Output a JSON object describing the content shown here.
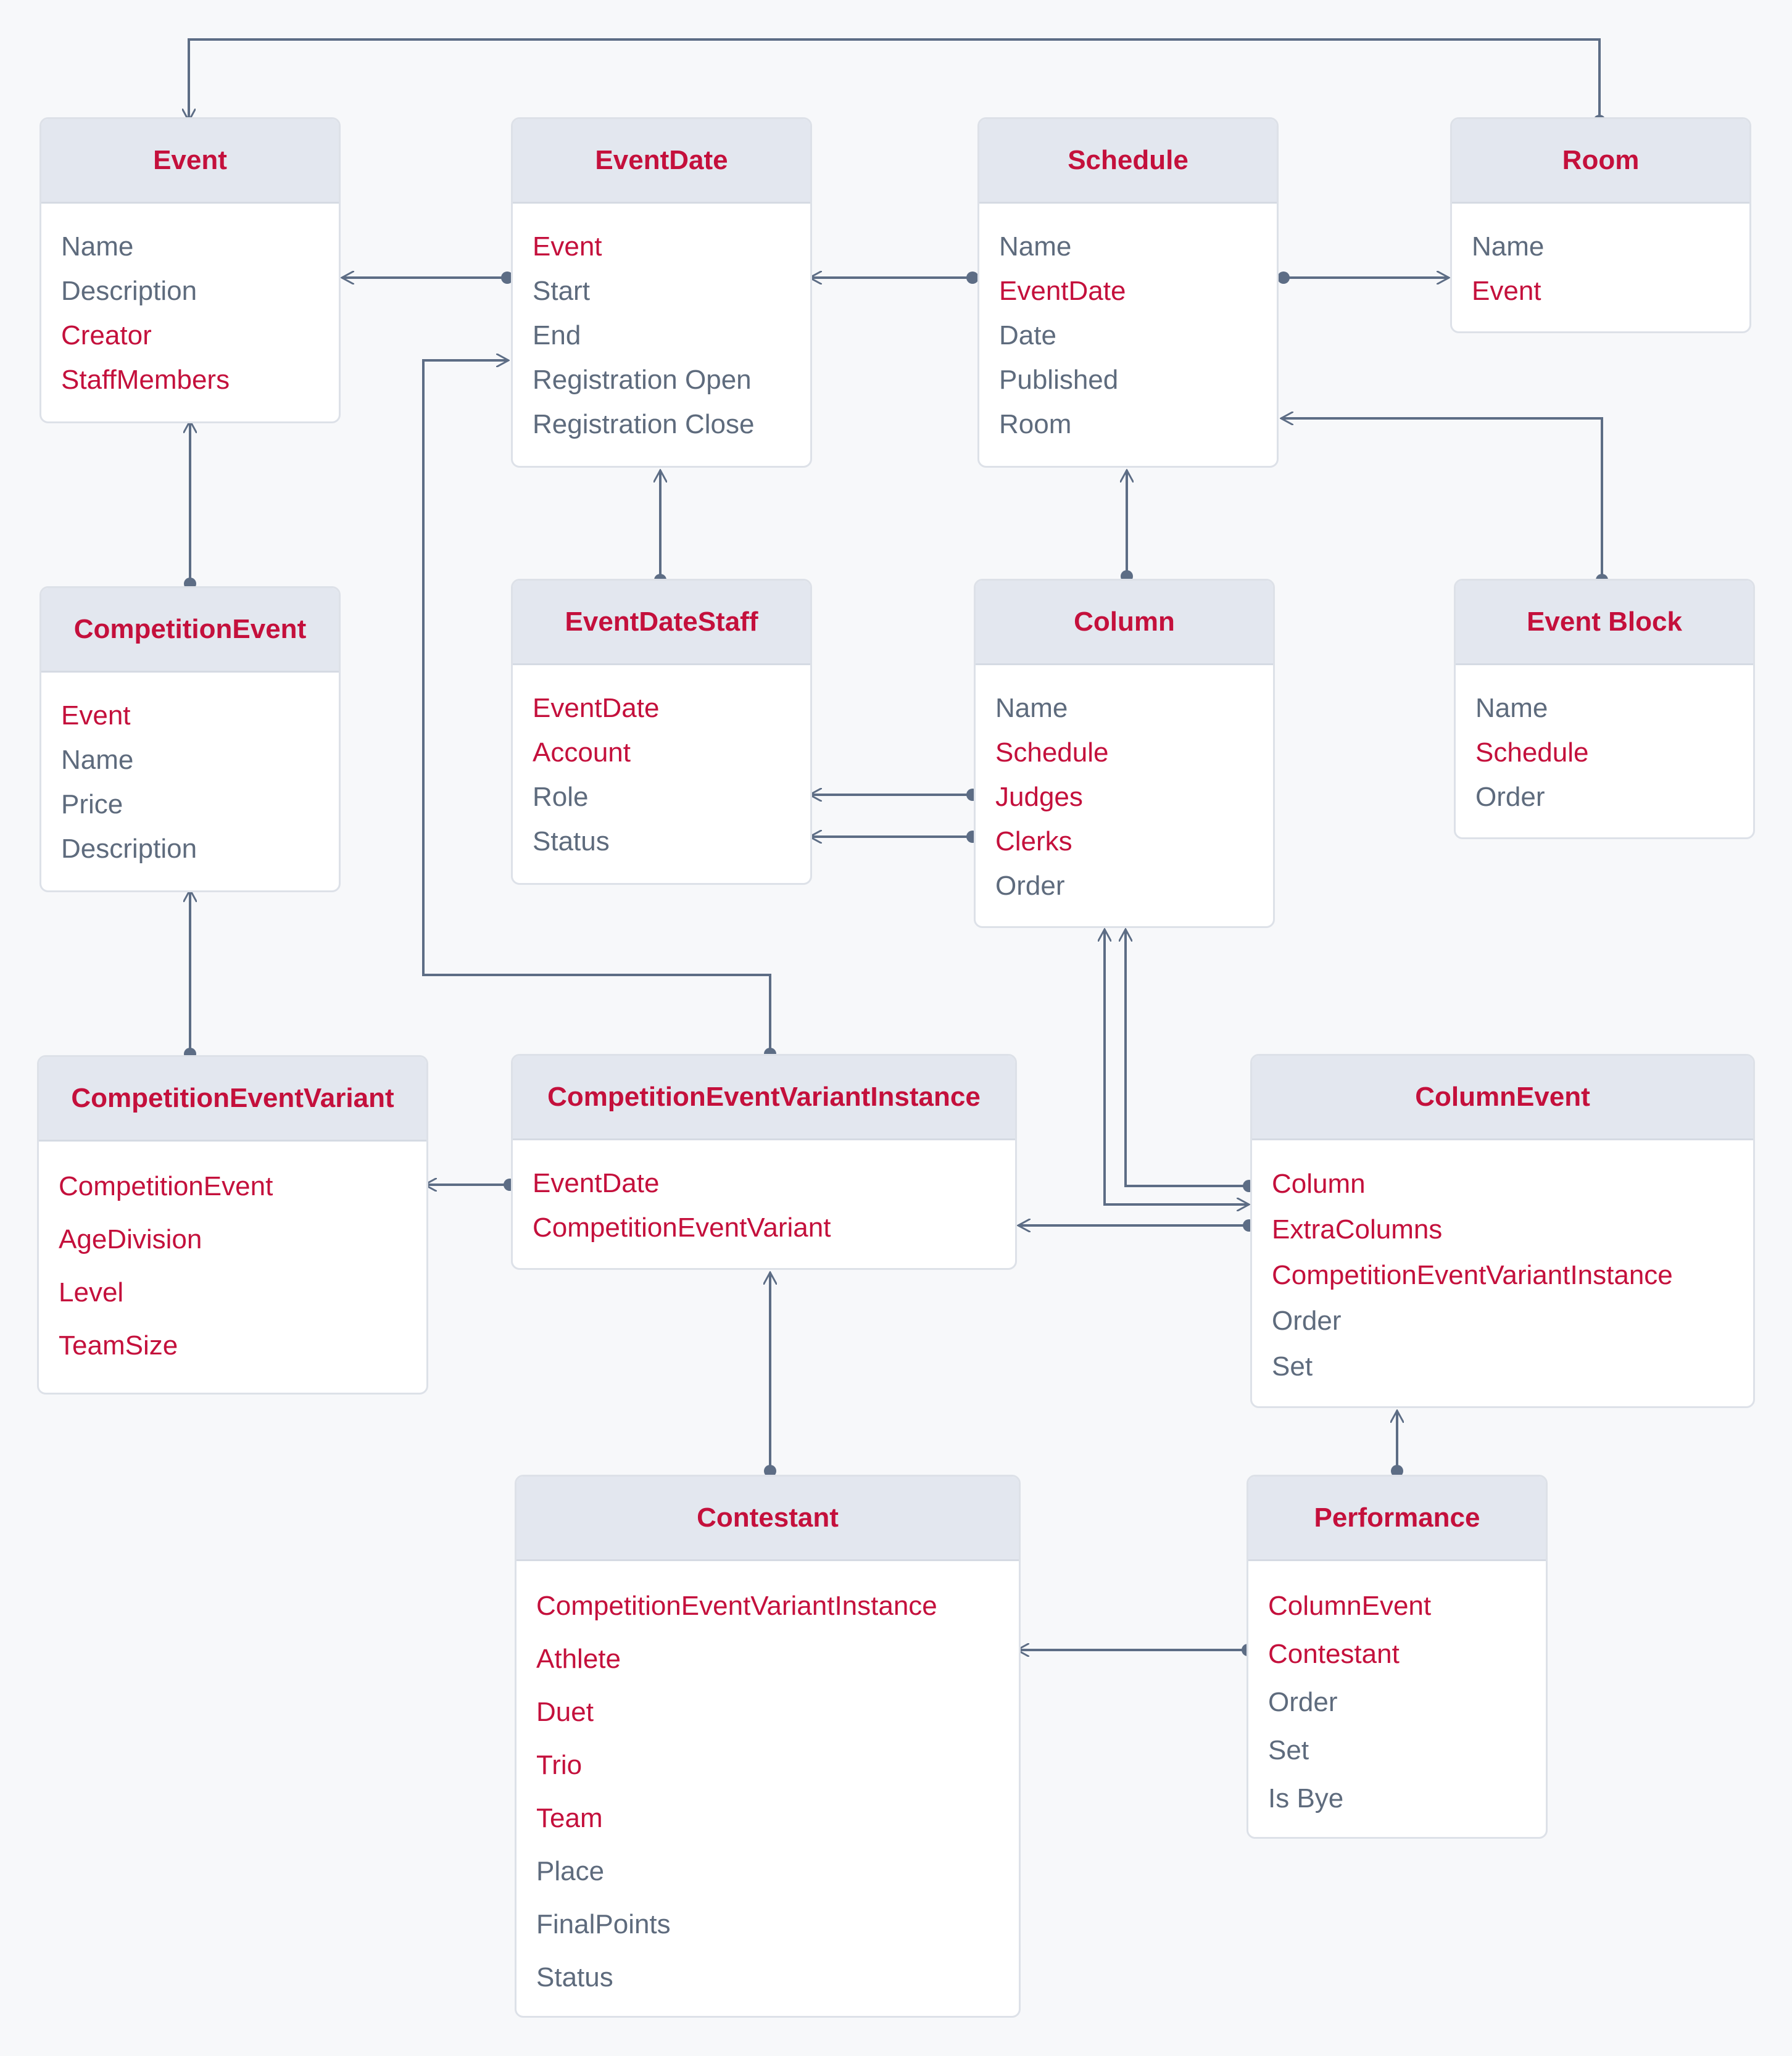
{
  "entities": {
    "event": {
      "title": "Event",
      "fields": [
        {
          "label": "Name",
          "ref": false
        },
        {
          "label": "Description",
          "ref": false
        },
        {
          "label": "Creator",
          "ref": true
        },
        {
          "label": "StaffMembers",
          "ref": true
        }
      ]
    },
    "event_date": {
      "title": "EventDate",
      "fields": [
        {
          "label": "Event",
          "ref": true
        },
        {
          "label": "Start",
          "ref": false
        },
        {
          "label": "End",
          "ref": false
        },
        {
          "label": "Registration Open",
          "ref": false
        },
        {
          "label": "Registration Close",
          "ref": false
        }
      ]
    },
    "schedule": {
      "title": "Schedule",
      "fields": [
        {
          "label": "Name",
          "ref": false
        },
        {
          "label": "EventDate",
          "ref": true
        },
        {
          "label": "Date",
          "ref": false
        },
        {
          "label": "Published",
          "ref": false
        },
        {
          "label": "Room",
          "ref": false
        }
      ]
    },
    "room": {
      "title": "Room",
      "fields": [
        {
          "label": "Name",
          "ref": false
        },
        {
          "label": "Event",
          "ref": true
        }
      ]
    },
    "competition_event": {
      "title": "CompetitionEvent",
      "fields": [
        {
          "label": "Event",
          "ref": true
        },
        {
          "label": "Name",
          "ref": false
        },
        {
          "label": "Price",
          "ref": false
        },
        {
          "label": "Description",
          "ref": false
        }
      ]
    },
    "event_date_staff": {
      "title": "EventDateStaff",
      "fields": [
        {
          "label": "EventDate",
          "ref": true
        },
        {
          "label": "Account",
          "ref": true
        },
        {
          "label": "Role",
          "ref": false
        },
        {
          "label": "Status",
          "ref": false
        }
      ]
    },
    "column": {
      "title": "Column",
      "fields": [
        {
          "label": "Name",
          "ref": false
        },
        {
          "label": "Schedule",
          "ref": true
        },
        {
          "label": "Judges",
          "ref": true
        },
        {
          "label": "Clerks",
          "ref": true
        },
        {
          "label": "Order",
          "ref": false
        }
      ]
    },
    "event_block": {
      "title": "Event Block",
      "fields": [
        {
          "label": "Name",
          "ref": false
        },
        {
          "label": "Schedule",
          "ref": true
        },
        {
          "label": "Order",
          "ref": false
        }
      ]
    },
    "competition_event_variant": {
      "title": "CompetitionEventVariant",
      "fields": [
        {
          "label": "CompetitionEvent",
          "ref": true
        },
        {
          "label": "AgeDivision",
          "ref": true
        },
        {
          "label": "Level",
          "ref": true
        },
        {
          "label": "TeamSize",
          "ref": true
        }
      ]
    },
    "competition_event_variant_instance": {
      "title": "CompetitionEventVariantInstance",
      "fields": [
        {
          "label": "EventDate",
          "ref": true
        },
        {
          "label": "CompetitionEventVariant",
          "ref": true
        }
      ]
    },
    "column_event": {
      "title": "ColumnEvent",
      "fields": [
        {
          "label": "Column",
          "ref": true
        },
        {
          "label": "ExtraColumns",
          "ref": true
        },
        {
          "label": "CompetitionEventVariantInstance",
          "ref": true
        },
        {
          "label": "Order",
          "ref": false
        },
        {
          "label": "Set",
          "ref": false
        }
      ]
    },
    "contestant": {
      "title": "Contestant",
      "fields": [
        {
          "label": "CompetitionEventVariantInstance",
          "ref": true
        },
        {
          "label": "Athlete",
          "ref": true
        },
        {
          "label": "Duet",
          "ref": true
        },
        {
          "label": "Trio",
          "ref": true
        },
        {
          "label": "Team",
          "ref": true
        },
        {
          "label": "Place",
          "ref": false
        },
        {
          "label": "FinalPoints",
          "ref": false
        },
        {
          "label": "Status",
          "ref": false
        }
      ]
    },
    "performance": {
      "title": "Performance",
      "fields": [
        {
          "label": "ColumnEvent",
          "ref": true
        },
        {
          "label": "Contestant",
          "ref": true
        },
        {
          "label": "Order",
          "ref": false
        },
        {
          "label": "Set",
          "ref": false
        },
        {
          "label": "Is Bye",
          "ref": false
        }
      ]
    }
  },
  "colors": {
    "reference_field": "#c4103c",
    "plain_field": "#5e6b7d",
    "connector": "#5d6d85",
    "header_bg": "#e3e7ef",
    "background": "#f7f8fa"
  }
}
